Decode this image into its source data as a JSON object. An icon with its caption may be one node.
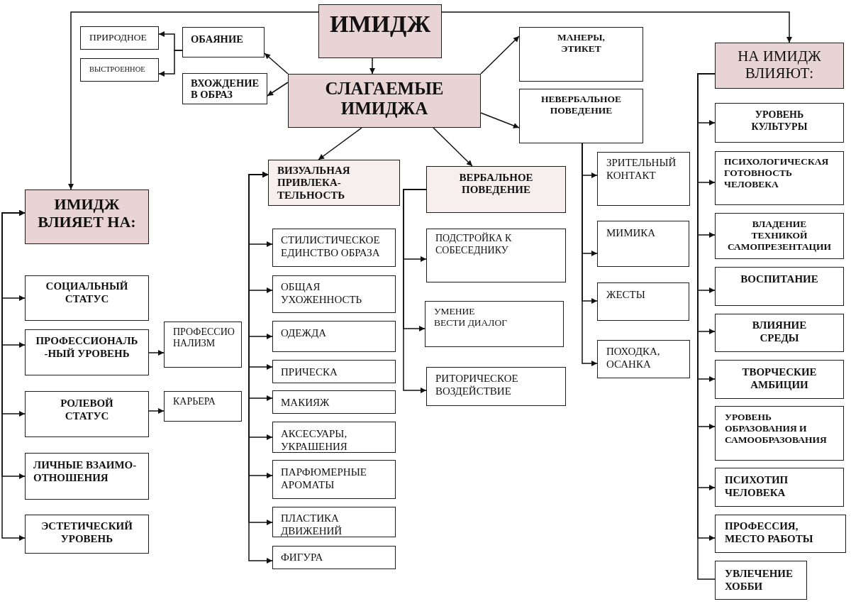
{
  "diagram": {
    "nodes": [
      {
        "text": [
          "ИМИДЖ"
        ]
      },
      {
        "text": [
          "ПРИРОДНОЕ"
        ]
      },
      {
        "text": [
          "ВЫСТРОЕННОЕ"
        ]
      },
      {
        "text": [
          "ОБАЯНИЕ"
        ]
      },
      {
        "text": [
          "ВХОЖДЕНИЕ В ОБРАЗ"
        ]
      },
      {
        "text": [
          "СЛАГАЕМЫЕ ИМИДЖА"
        ]
      },
      {
        "text": [
          "МАНЕРЫ, ЭТИКЕТ"
        ]
      },
      {
        "text": [
          "НЕВЕРБАЛЬНОЕ ПОВЕДЕНИЕ"
        ]
      },
      {
        "text": [
          "НА ИМИДЖ ВЛИЯЮТ:"
        ]
      },
      {
        "text": [
          "ИМИДЖ ВЛИЯЕТ НА:"
        ]
      },
      {
        "text": [
          "СОЦИАЛЬНЫЙ СТАТУС"
        ]
      },
      {
        "text": [
          "ПРОФЕССИОНАЛЬ -НЫЙ УРОВЕНЬ"
        ]
      },
      {
        "text": [
          "ПРОФЕССИО НАЛИЗМ"
        ]
      },
      {
        "text": [
          "РОЛЕВОЙ СТАТУС"
        ]
      },
      {
        "text": [
          "КАРЬЕРА"
        ]
      },
      {
        "text": [
          "ЛИЧНЫЕ ВЗАИМО- ОТНОШЕНИЯ"
        ]
      },
      {
        "text": [
          "ЭСТЕТИЧЕСКИЙ УРОВЕНЬ"
        ]
      },
      {
        "text": [
          "ВИЗУАЛЬНАЯ ПРИВЛЕКА- ТЕЛЬНОСТЬ"
        ]
      },
      {
        "text": [
          "СТИЛИСТИЧЕСКОЕ ЕДИНСТВО ОБРАЗА"
        ]
      },
      {
        "text": [
          "ОБЩАЯ УХОЖЕННОСТЬ"
        ]
      },
      {
        "text": [
          "ОДЕЖДА"
        ]
      },
      {
        "text": [
          "ПРИЧЕСКА"
        ]
      },
      {
        "text": [
          "МАКИЯЖ"
        ]
      },
      {
        "text": [
          "АКСЕСУАРЫ, УКРАШЕНИЯ"
        ]
      },
      {
        "text": [
          "ПАРФЮМЕРНЫЕ АРОМАТЫ"
        ]
      },
      {
        "text": [
          "ПЛАСТИКА ДВИЖЕНИЙ"
        ]
      },
      {
        "text": [
          "ФИГУРА"
        ]
      },
      {
        "text": [
          "ВЕРБАЛЬНОЕ ПОВЕДЕНИЕ"
        ]
      },
      {
        "text": [
          "ПОДСТРОЙКА К СОБЕСЕДНИКУ"
        ]
      },
      {
        "text": [
          "УМЕНИЕ ВЕСТИ ДИАЛОГ"
        ]
      },
      {
        "text": [
          "РИТОРИЧЕСКОЕ ВОЗДЕЙСТВИЕ"
        ]
      },
      {
        "text": [
          "ЗРИТЕЛЬНЫЙ КОНТАКТ"
        ]
      },
      {
        "text": [
          "МИМИКА"
        ]
      },
      {
        "text": [
          "ЖЕСТЫ"
        ]
      },
      {
        "text": [
          "ПОХОДКА, ОСАНКА"
        ]
      },
      {
        "text": [
          "УРОВЕНЬ КУЛЬТУРЫ"
        ]
      },
      {
        "text": [
          "ПСИХОЛОГИЧЕСКАЯ ГОТОВНОСТЬ ЧЕЛОВЕКА"
        ]
      },
      {
        "text": [
          "ВЛАДЕНИЕ ТЕХНИКОЙ САМОПРЕЗЕНТАЦИИ"
        ]
      },
      {
        "text": [
          "ВОСПИТАНИЕ"
        ]
      },
      {
        "text": [
          "ВЛИЯНИЕ СРЕДЫ"
        ]
      },
      {
        "text": [
          "ТВОРЧЕСКИЕ АМБИЦИИ"
        ]
      },
      {
        "text": [
          "УРОВЕНЬ ОБРАЗОВАНИЯ И САМООБРАЗОВАНИЯ"
        ]
      },
      {
        "text": [
          "ПСИХОТИП ЧЕЛОВЕКА"
        ]
      },
      {
        "text": [
          "ПРОФЕССИЯ, МЕСТО РАБОТЫ"
        ]
      },
      {
        "text": [
          "УВЛЕЧЕНИЕ ХОББИ"
        ]
      }
    ],
    "edges": [
      {
        "from": 0,
        "to": 9,
        "arrow": "to"
      },
      {
        "from": 0,
        "to": 8,
        "arrow": "to"
      },
      {
        "from": 0,
        "to": 5,
        "arrow": "to"
      },
      {
        "from": 5,
        "to": 3,
        "arrow": "to"
      },
      {
        "from": 5,
        "to": 4,
        "arrow": "to"
      },
      {
        "from": 3,
        "to": 1,
        "arrow": "to"
      },
      {
        "from": 3,
        "to": 2,
        "arrow": "to"
      },
      {
        "from": 5,
        "to": 6,
        "arrow": "to"
      },
      {
        "from": 5,
        "to": 7,
        "arrow": "to"
      },
      {
        "from": 5,
        "to": 17,
        "arrow": "to"
      },
      {
        "from": 5,
        "to": 27,
        "arrow": "to"
      },
      {
        "from": 7,
        "to": 31,
        "arrow": "to"
      },
      {
        "from": 7,
        "to": 32,
        "arrow": "to"
      },
      {
        "from": 7,
        "to": 33,
        "arrow": "to"
      },
      {
        "from": 7,
        "to": 34,
        "arrow": "to"
      },
      {
        "from": 8,
        "to": 35,
        "arrow": "to"
      },
      {
        "from": 8,
        "to": 36,
        "arrow": "to"
      },
      {
        "from": 8,
        "to": 37,
        "arrow": "to"
      },
      {
        "from": 8,
        "to": 38,
        "arrow": "to"
      },
      {
        "from": 8,
        "to": 39,
        "arrow": "to"
      },
      {
        "from": 8,
        "to": 40,
        "arrow": "to"
      },
      {
        "from": 8,
        "to": 41,
        "arrow": "to"
      },
      {
        "from": 8,
        "to": 42,
        "arrow": "to"
      },
      {
        "from": 8,
        "to": 43,
        "arrow": "to"
      },
      {
        "from": 8,
        "to": 44,
        "arrow": "none"
      },
      {
        "from": 9,
        "to": 10,
        "arrow": "both"
      },
      {
        "from": 9,
        "to": 11,
        "arrow": "both"
      },
      {
        "from": 9,
        "to": 13,
        "arrow": "both"
      },
      {
        "from": 9,
        "to": 15,
        "arrow": "both"
      },
      {
        "from": 9,
        "to": 16,
        "arrow": "both"
      },
      {
        "from": 11,
        "to": 12,
        "arrow": "to"
      },
      {
        "from": 13,
        "to": 14,
        "arrow": "to"
      },
      {
        "from": 17,
        "to": 18,
        "arrow": "both"
      },
      {
        "from": 17,
        "to": 19,
        "arrow": "both"
      },
      {
        "from": 17,
        "to": 20,
        "arrow": "both"
      },
      {
        "from": 17,
        "to": 21,
        "arrow": "both"
      },
      {
        "from": 17,
        "to": 22,
        "arrow": "both"
      },
      {
        "from": 17,
        "to": 23,
        "arrow": "both"
      },
      {
        "from": 17,
        "to": 24,
        "arrow": "both"
      },
      {
        "from": 17,
        "to": 25,
        "arrow": "both"
      },
      {
        "from": 17,
        "to": 26,
        "arrow": "both"
      },
      {
        "from": 27,
        "to": 28,
        "arrow": "to"
      },
      {
        "from": 27,
        "to": 29,
        "arrow": "to"
      },
      {
        "from": 27,
        "to": 30,
        "arrow": "to"
      }
    ]
  }
}
